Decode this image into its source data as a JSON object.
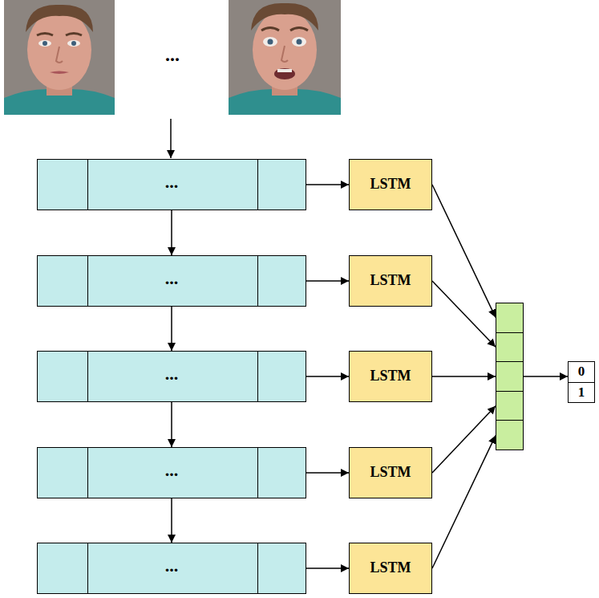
{
  "diagram": {
    "nodes": [
      {
        "text": [
          "..."
        ]
      },
      {
        "text": [
          "..."
        ]
      },
      {
        "text": [
          "..."
        ]
      },
      {
        "text": [
          "..."
        ]
      },
      {
        "text": [
          "..."
        ]
      },
      {
        "text": [
          "LSTM"
        ]
      },
      {
        "text": [
          "LSTM"
        ]
      },
      {
        "text": [
          "LSTM"
        ]
      },
      {
        "text": [
          "LSTM"
        ]
      },
      {
        "text": [
          "LSTM"
        ]
      },
      {
        "text": []
      },
      {
        "text": [
          "0",
          "1"
        ]
      }
    ],
    "edges": [
      {
        "from": 0,
        "to": 1,
        "arrow": "to"
      },
      {
        "from": 1,
        "to": 2,
        "arrow": "to"
      },
      {
        "from": 2,
        "to": 3,
        "arrow": "to"
      },
      {
        "from": 3,
        "to": 4,
        "arrow": "to"
      },
      {
        "from": 0,
        "to": 5,
        "arrow": "to"
      },
      {
        "from": 1,
        "to": 6,
        "arrow": "to"
      },
      {
        "from": 2,
        "to": 7,
        "arrow": "to"
      },
      {
        "from": 3,
        "to": 8,
        "arrow": "to"
      },
      {
        "from": 4,
        "to": 9,
        "arrow": "to"
      },
      {
        "from": 5,
        "to": 10,
        "arrow": "to"
      },
      {
        "from": 6,
        "to": 10,
        "arrow": "to"
      },
      {
        "from": 7,
        "to": 10,
        "arrow": "to"
      },
      {
        "from": 8,
        "to": 10,
        "arrow": "to"
      },
      {
        "from": 9,
        "to": 10,
        "arrow": "to"
      },
      {
        "from": 10,
        "to": 11,
        "arrow": "to"
      }
    ],
    "labels": [
      "..."
    ]
  }
}
